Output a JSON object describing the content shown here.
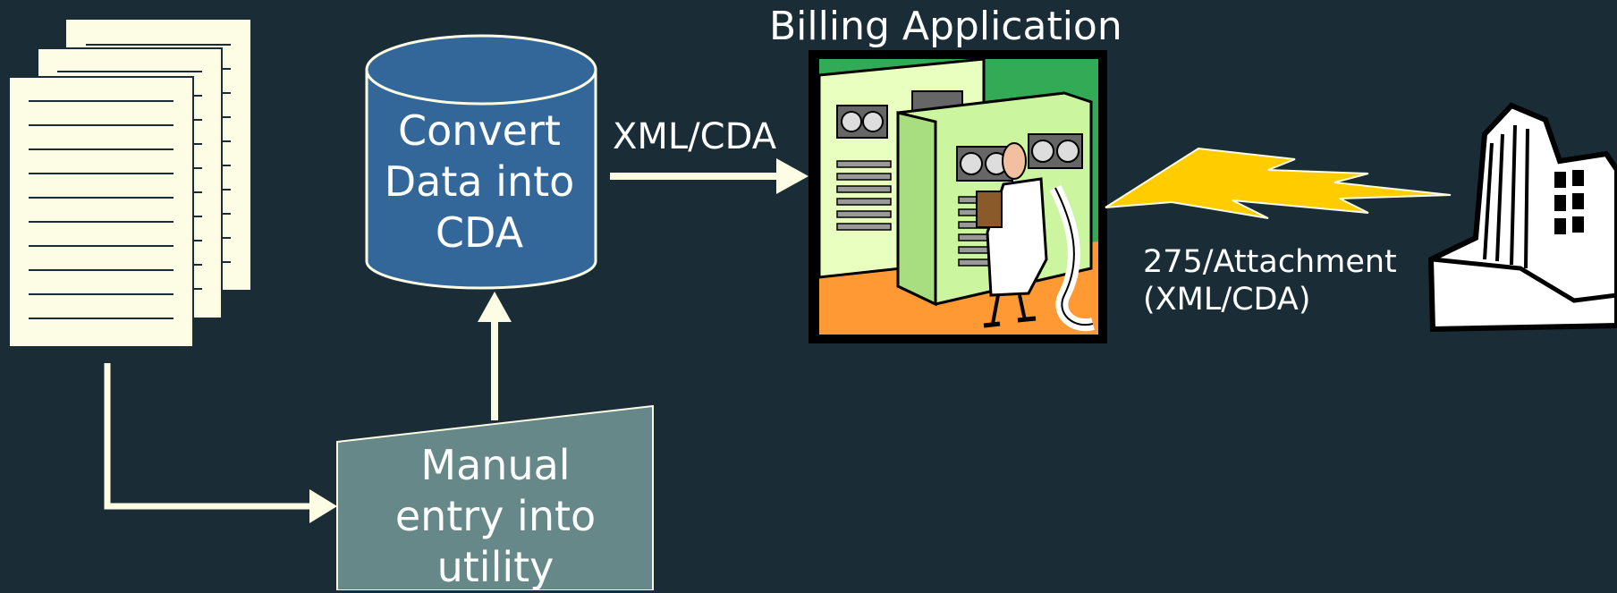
{
  "title": "Billing Application",
  "edge_label_xml": "XML/CDA",
  "database": {
    "lines": [
      "Convert",
      "Data into",
      "CDA"
    ]
  },
  "manual_entry": {
    "lines": [
      "Manual",
      "entry into",
      "utility"
    ]
  },
  "attachment_label": {
    "lines": [
      "275/Attachment",
      "(XML/CDA)"
    ]
  },
  "icons": {
    "documents": "document-stack-icon",
    "billing": "billing-computer-clipart-icon",
    "lightning": "lightning-bolt-icon",
    "building": "building-icon"
  },
  "colors": {
    "background": "#1a2d36",
    "paper": "#fdfde6",
    "database": "#336699",
    "manual_box": "#668888",
    "arrow": "#fdfde6",
    "lightning": "#ffcc00"
  }
}
